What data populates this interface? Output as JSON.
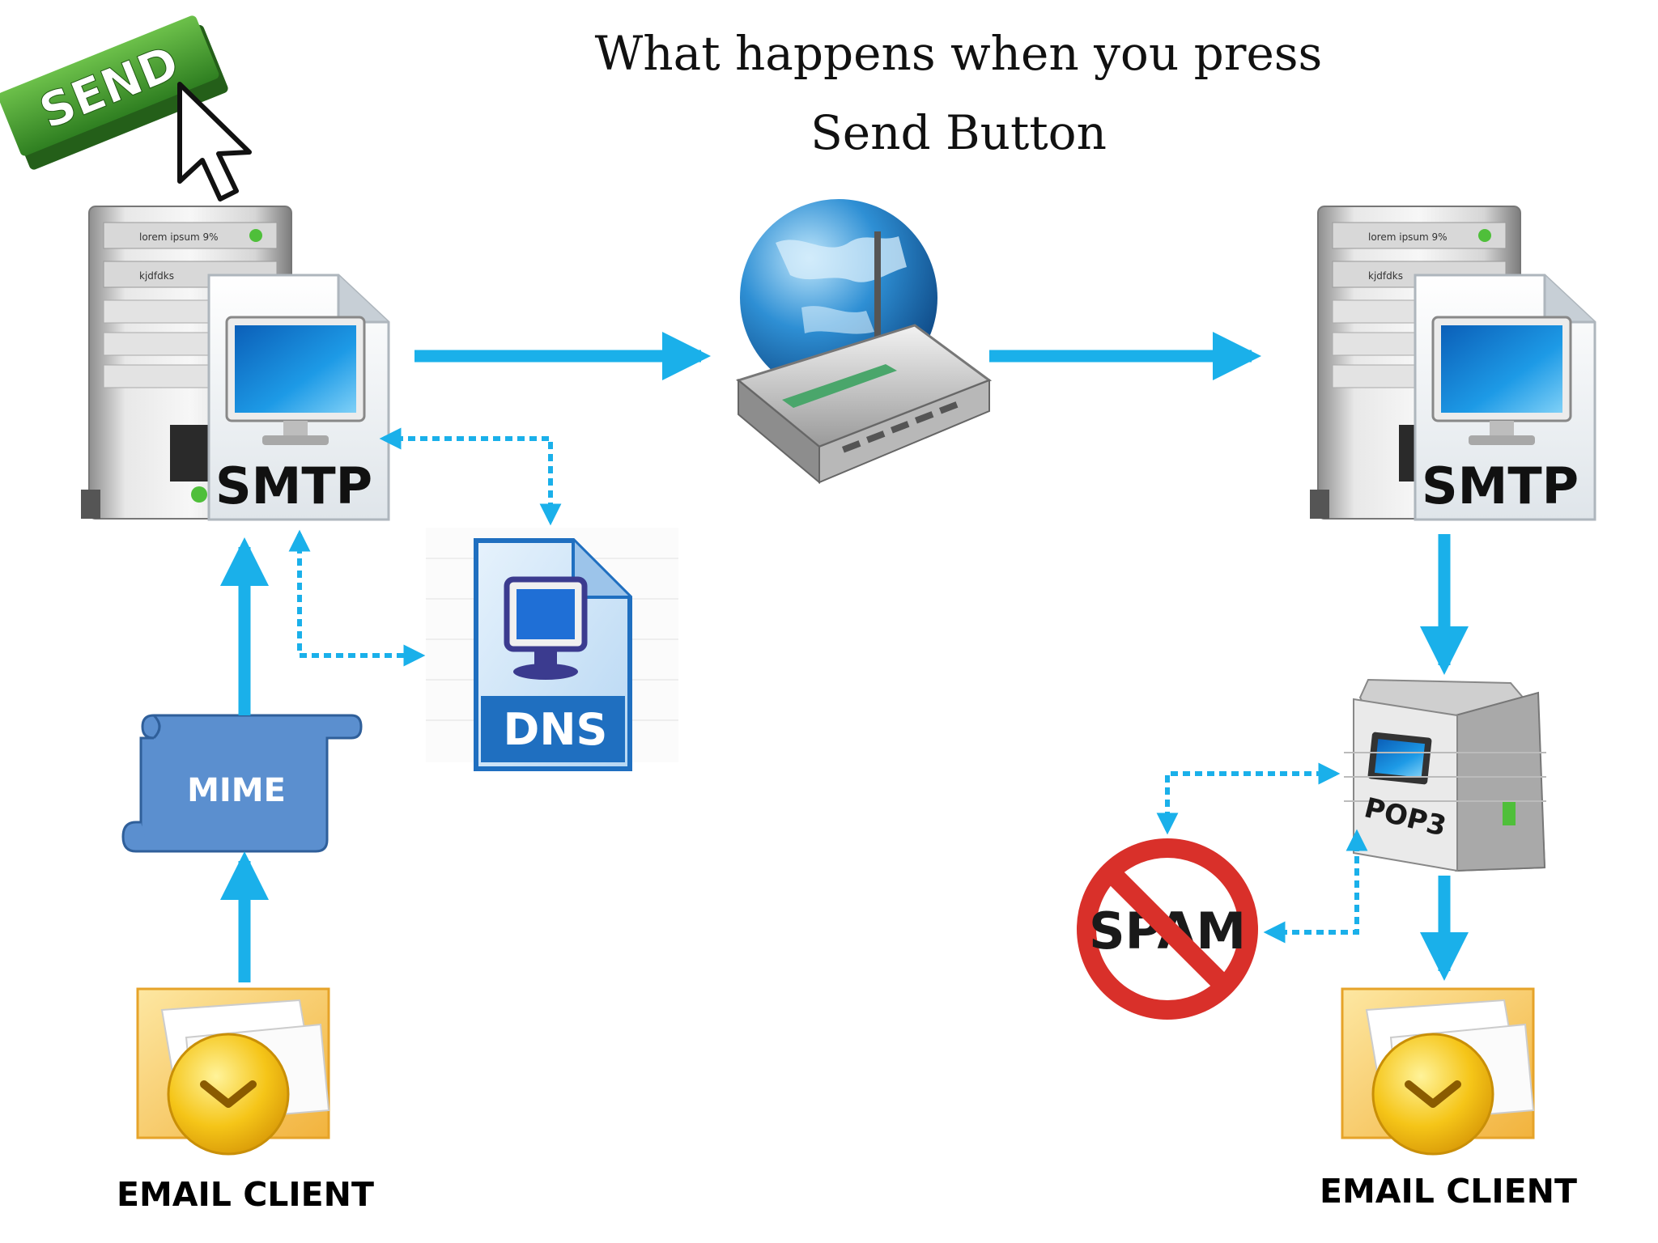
{
  "title": {
    "line1": "What happens when you press",
    "line2": "Send Button"
  },
  "send_button": {
    "label": "SEND"
  },
  "sender_server": {
    "badge": "SMTP",
    "panel_line1": "lorem ipsum 9%",
    "panel_line2": "kjdfdks"
  },
  "dns": {
    "label": "DNS"
  },
  "mime": {
    "label": "MIME"
  },
  "receiver_server": {
    "badge": "SMTP",
    "panel_line1": "lorem ipsum 9%",
    "panel_line2": "kjdfdks"
  },
  "pop3": {
    "label": "POP3"
  },
  "spam": {
    "label": "SPAM"
  },
  "sender_client": {
    "label": "EMAIL CLIENT"
  },
  "receiver_client": {
    "label": "EMAIL CLIENT"
  },
  "colors": {
    "arrow": "#1ab0ea",
    "send_green": "#3e9d2e",
    "mime_blue": "#5b8fcf",
    "spam_red": "#d9302a"
  },
  "icons": [
    "send-button-icon",
    "cursor-icon",
    "smtp-server-icon",
    "globe-router-icon",
    "dns-icon",
    "mime-scroll-icon",
    "pop3-server-icon",
    "spam-forbidden-icon",
    "email-client-icon"
  ]
}
